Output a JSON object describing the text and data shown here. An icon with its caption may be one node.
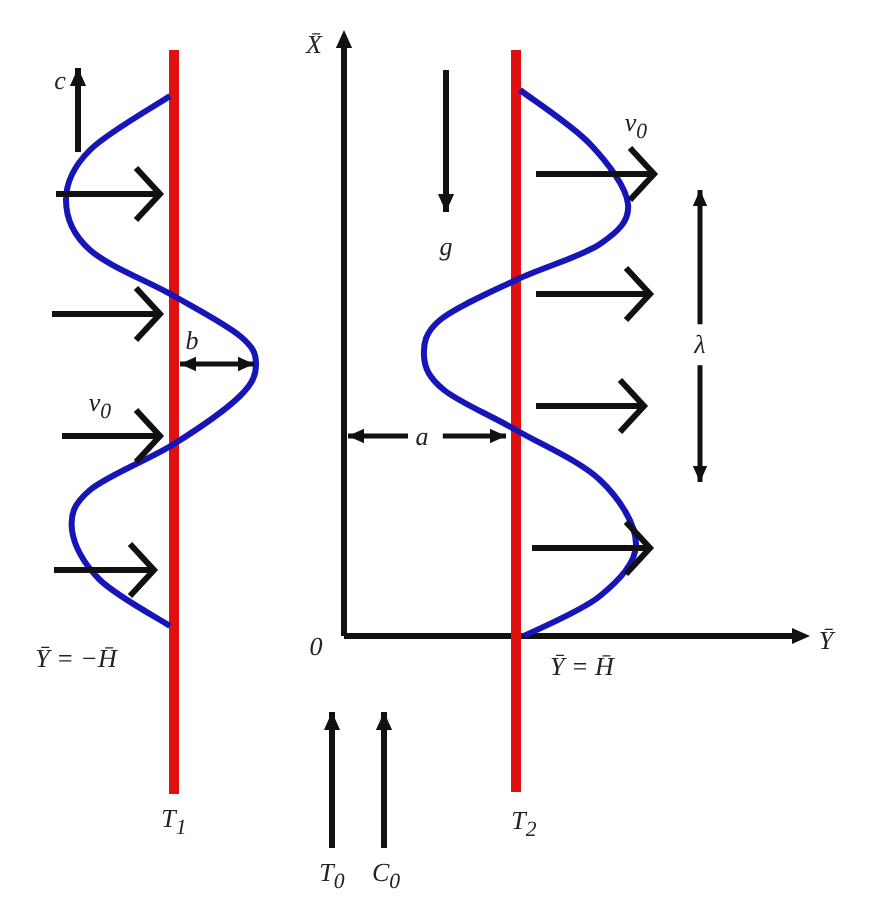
{
  "diagram": {
    "labels": [
      "c",
      "X̄",
      "g",
      "v$_{0}$",
      "b",
      "λ",
      "v$_{0}$",
      "a",
      "0",
      "Ȳ",
      "Ȳ = −H̄",
      "Ȳ = H̄",
      "T$_{1}$",
      "T$_{2}$",
      "T$_{0}$",
      "C$_{0}$"
    ]
  }
}
